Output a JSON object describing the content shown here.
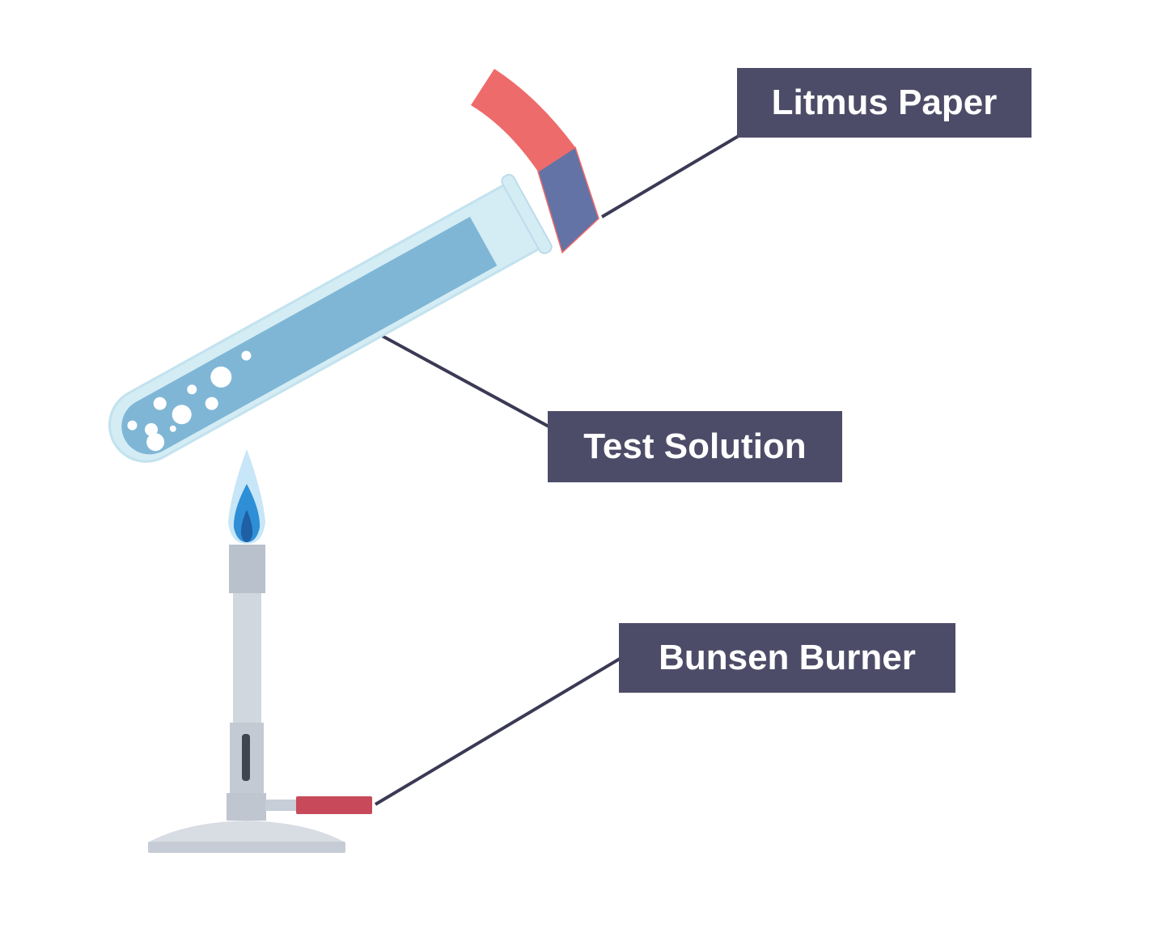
{
  "labels": {
    "litmus_paper": "Litmus Paper",
    "test_solution": "Test Solution",
    "bunsen_burner": "Bunsen Burner"
  },
  "colors": {
    "label_background": "#4d4c68",
    "label_text": "#ffffff",
    "leader_line": "#3a3a55",
    "litmus_red": "#ee6b6b",
    "litmus_blue": "#6373a6",
    "tube_glass": "#d4ecf4",
    "solution": "#7fb6d5",
    "burner_metal": "#cdd3dc",
    "burner_handle": "#c84a5a",
    "flame_blue": "#2e8fd6"
  },
  "icons": [
    "litmus-paper-icon",
    "test-tube-icon",
    "bunsen-burner-icon",
    "flame-icon"
  ]
}
